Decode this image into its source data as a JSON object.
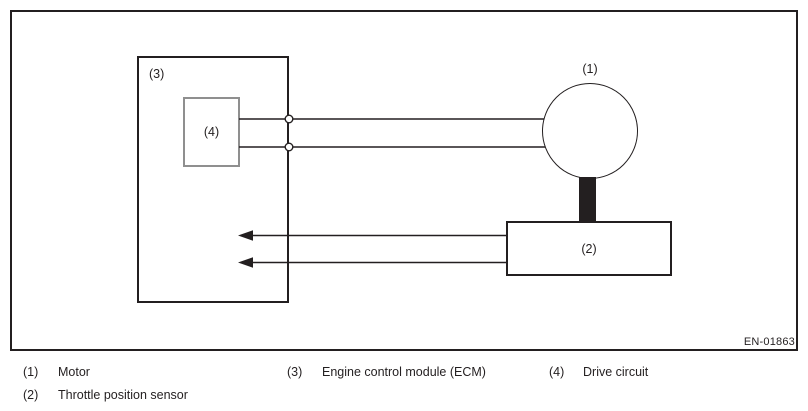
{
  "figure": {
    "code": "EN-01863",
    "labels": {
      "motor": "(1)",
      "throttle_sensor": "(2)",
      "ecm": "(3)",
      "drive_circuit": "(4)"
    }
  },
  "legend": [
    {
      "ref": "(1)",
      "label": "Motor"
    },
    {
      "ref": "(2)",
      "label": "Throttle position sensor"
    },
    {
      "ref": "(3)",
      "label": "Engine control module (ECM)"
    },
    {
      "ref": "(4)",
      "label": "Drive circuit"
    }
  ],
  "colors": {
    "line": "#231f20",
    "drive_circuit_border": "#8f8f8f",
    "background": "#ffffff"
  }
}
